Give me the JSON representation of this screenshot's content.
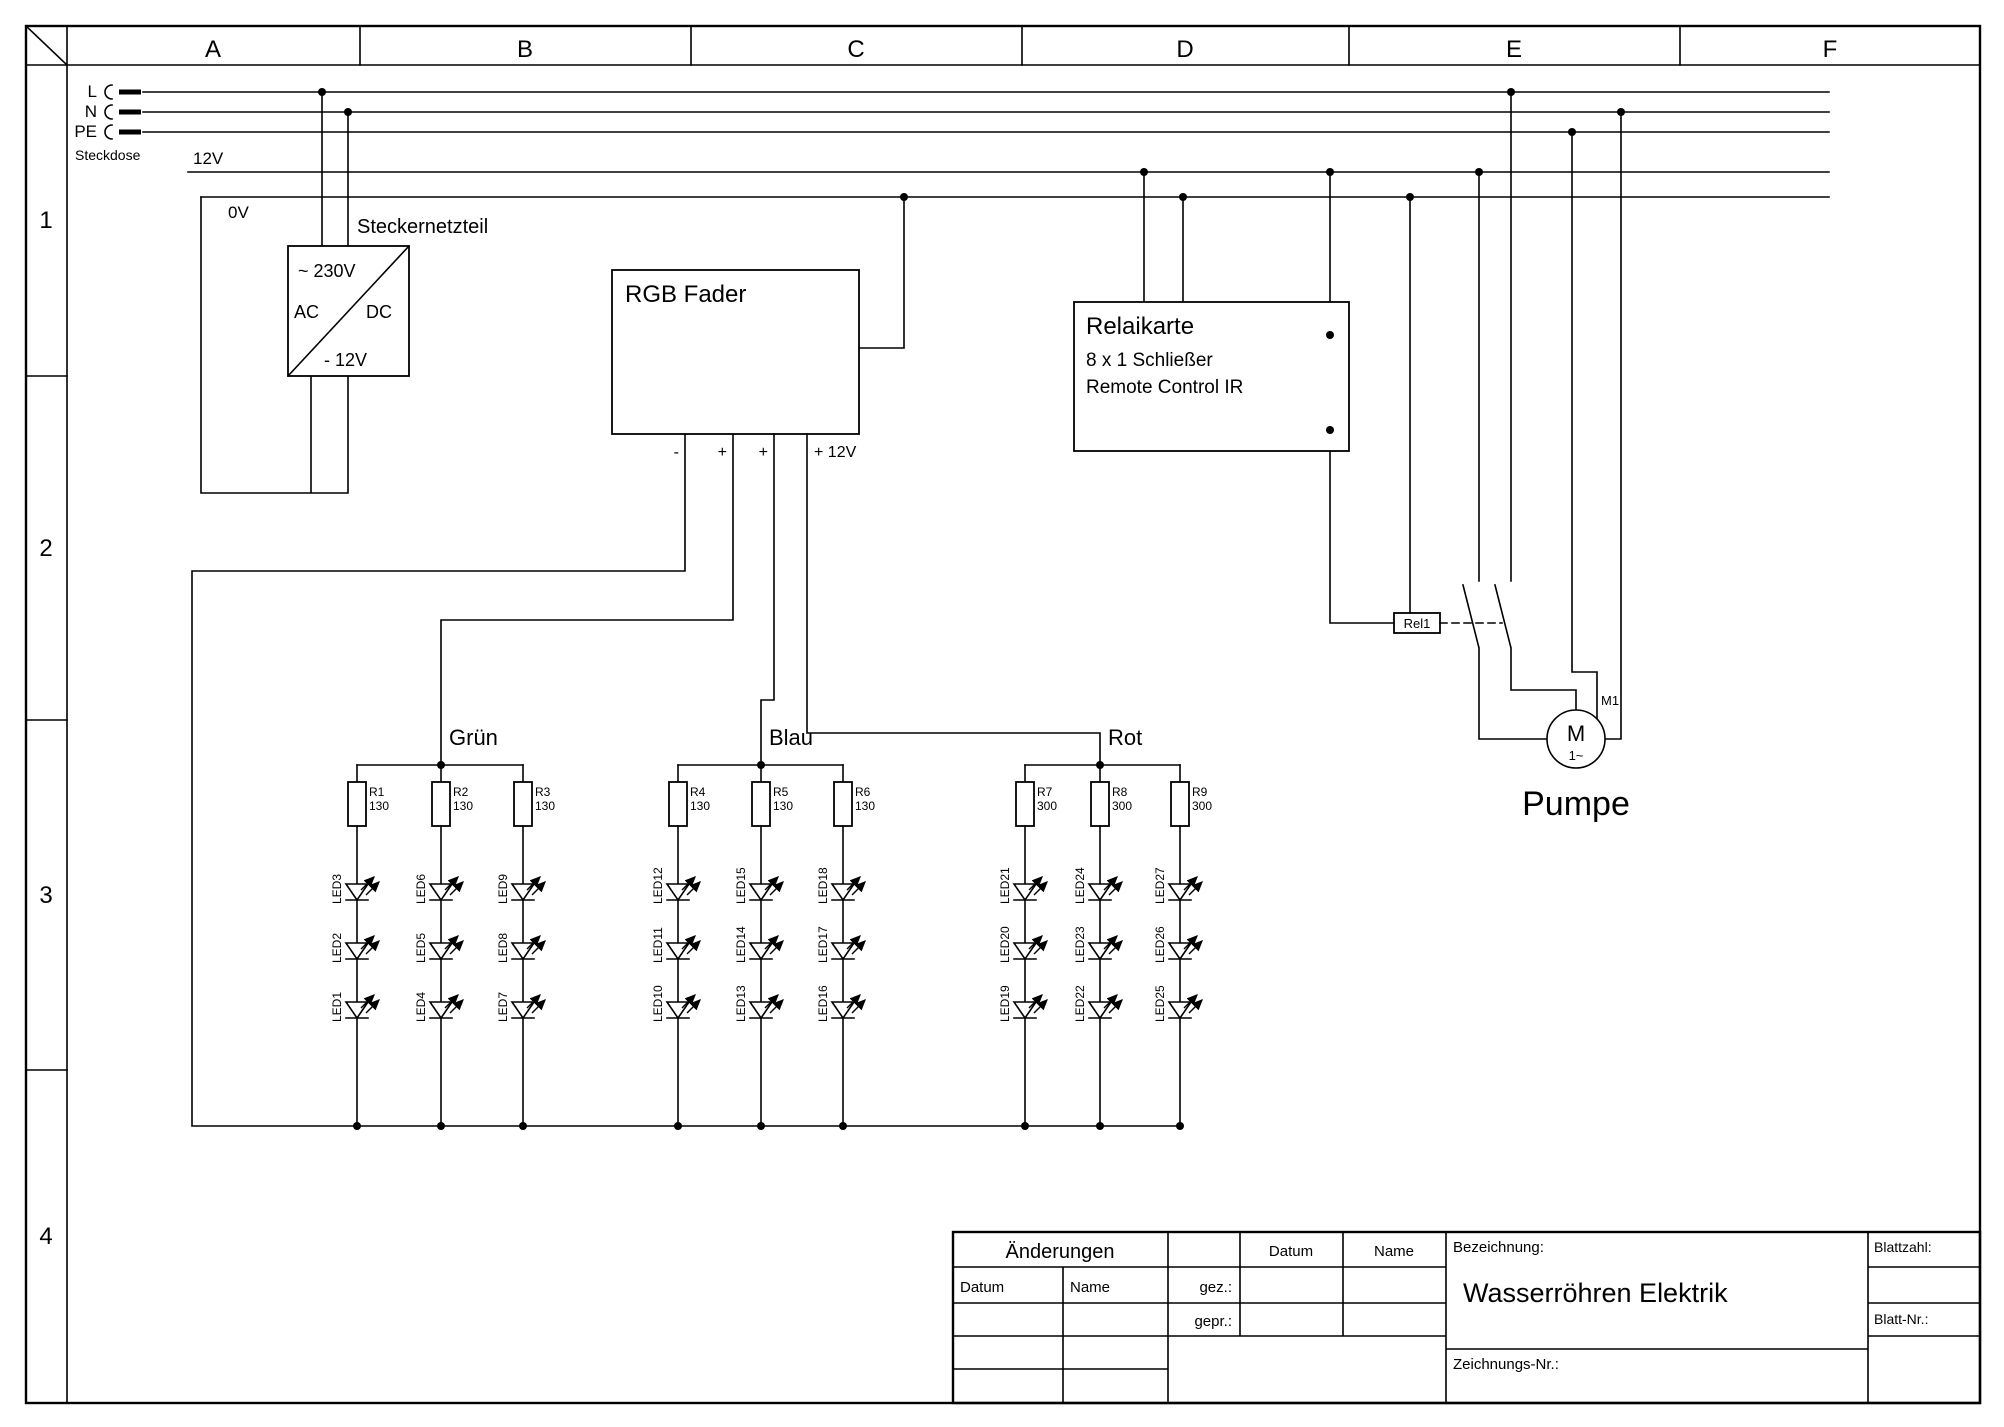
{
  "frame": {
    "columns": [
      "A",
      "B",
      "C",
      "D",
      "E",
      "F"
    ],
    "rows": [
      "1",
      "2",
      "3",
      "4"
    ]
  },
  "power": {
    "l": "L",
    "n": "N",
    "pe": "PE",
    "socket_label": "Steckdose",
    "rail_12v": "12V",
    "rail_0v": "0V"
  },
  "supply": {
    "label": "Steckernetzteil",
    "input": "~  230V",
    "ac": "AC",
    "dc": "DC",
    "output": "-  12V"
  },
  "fader": {
    "title": "RGB Fader",
    "terminals": [
      "-",
      "+",
      "+",
      "+ 12V"
    ]
  },
  "relay_card": {
    "title": "Relaikarte",
    "line2": "8 x 1 Schließer",
    "line3": "Remote Control IR"
  },
  "relay_coil": {
    "label": "Rel1"
  },
  "pump": {
    "symbol": "M",
    "phase": "1~",
    "ref": "M1",
    "label": "Pumpe"
  },
  "led_groups": [
    {
      "name": "Grün",
      "resistors": [
        [
          "R1",
          "130"
        ],
        [
          "R2",
          "130"
        ],
        [
          "R3",
          "130"
        ]
      ],
      "leds": [
        [
          "LED3",
          "LED2",
          "LED1"
        ],
        [
          "LED6",
          "LED5",
          "LED4"
        ],
        [
          "LED9",
          "LED8",
          "LED7"
        ]
      ]
    },
    {
      "name": "Blau",
      "resistors": [
        [
          "R4",
          "130"
        ],
        [
          "R5",
          "130"
        ],
        [
          "R6",
          "130"
        ]
      ],
      "leds": [
        [
          "LED12",
          "LED11",
          "LED10"
        ],
        [
          "LED15",
          "LED14",
          "LED13"
        ],
        [
          "LED18",
          "LED17",
          "LED16"
        ]
      ]
    },
    {
      "name": "Rot",
      "resistors": [
        [
          "R7",
          "300"
        ],
        [
          "R8",
          "300"
        ],
        [
          "R9",
          "300"
        ]
      ],
      "leds": [
        [
          "LED21",
          "LED20",
          "LED19"
        ],
        [
          "LED24",
          "LED23",
          "LED22"
        ],
        [
          "LED27",
          "LED26",
          "LED25"
        ]
      ]
    }
  ],
  "titleblock": {
    "aenderungen": "Änderungen",
    "datum": "Datum",
    "name": "Name",
    "gez": "gez.:",
    "gepr": "gepr.:",
    "bezeichnung_label": "Bezeichnung:",
    "bezeichnung": "Wasserröhren Elektrik",
    "zeichnungs_nr": "Zeichnungs-Nr.:",
    "blattzahl": "Blattzahl:",
    "blatt_nr": "Blatt-Nr.:"
  }
}
